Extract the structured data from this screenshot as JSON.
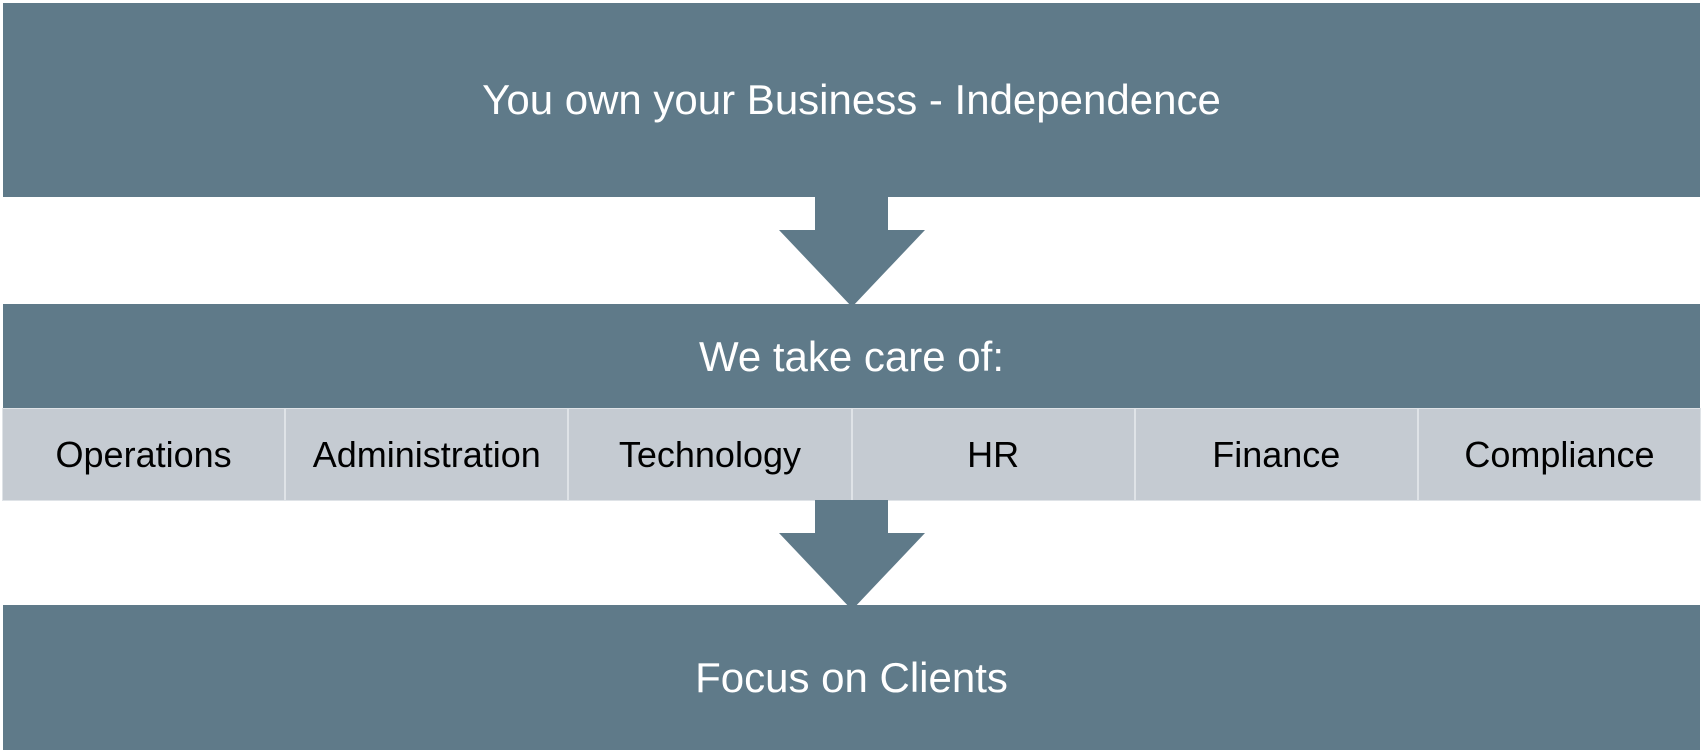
{
  "diagram": {
    "top_box": {
      "label": "You own your Business - Independence"
    },
    "middle_box": {
      "label": "We take care of:"
    },
    "services": [
      {
        "label": "Operations"
      },
      {
        "label": "Administration"
      },
      {
        "label": "Technology"
      },
      {
        "label": "HR"
      },
      {
        "label": "Finance"
      },
      {
        "label": "Compliance"
      }
    ],
    "bottom_box": {
      "label": "Focus on Clients"
    },
    "arrow_icon": "down-arrow",
    "colors": {
      "band": "#5f7a89",
      "service_cell": "#c5cbd2",
      "band_text": "#ffffff",
      "service_text": "#000000"
    }
  }
}
